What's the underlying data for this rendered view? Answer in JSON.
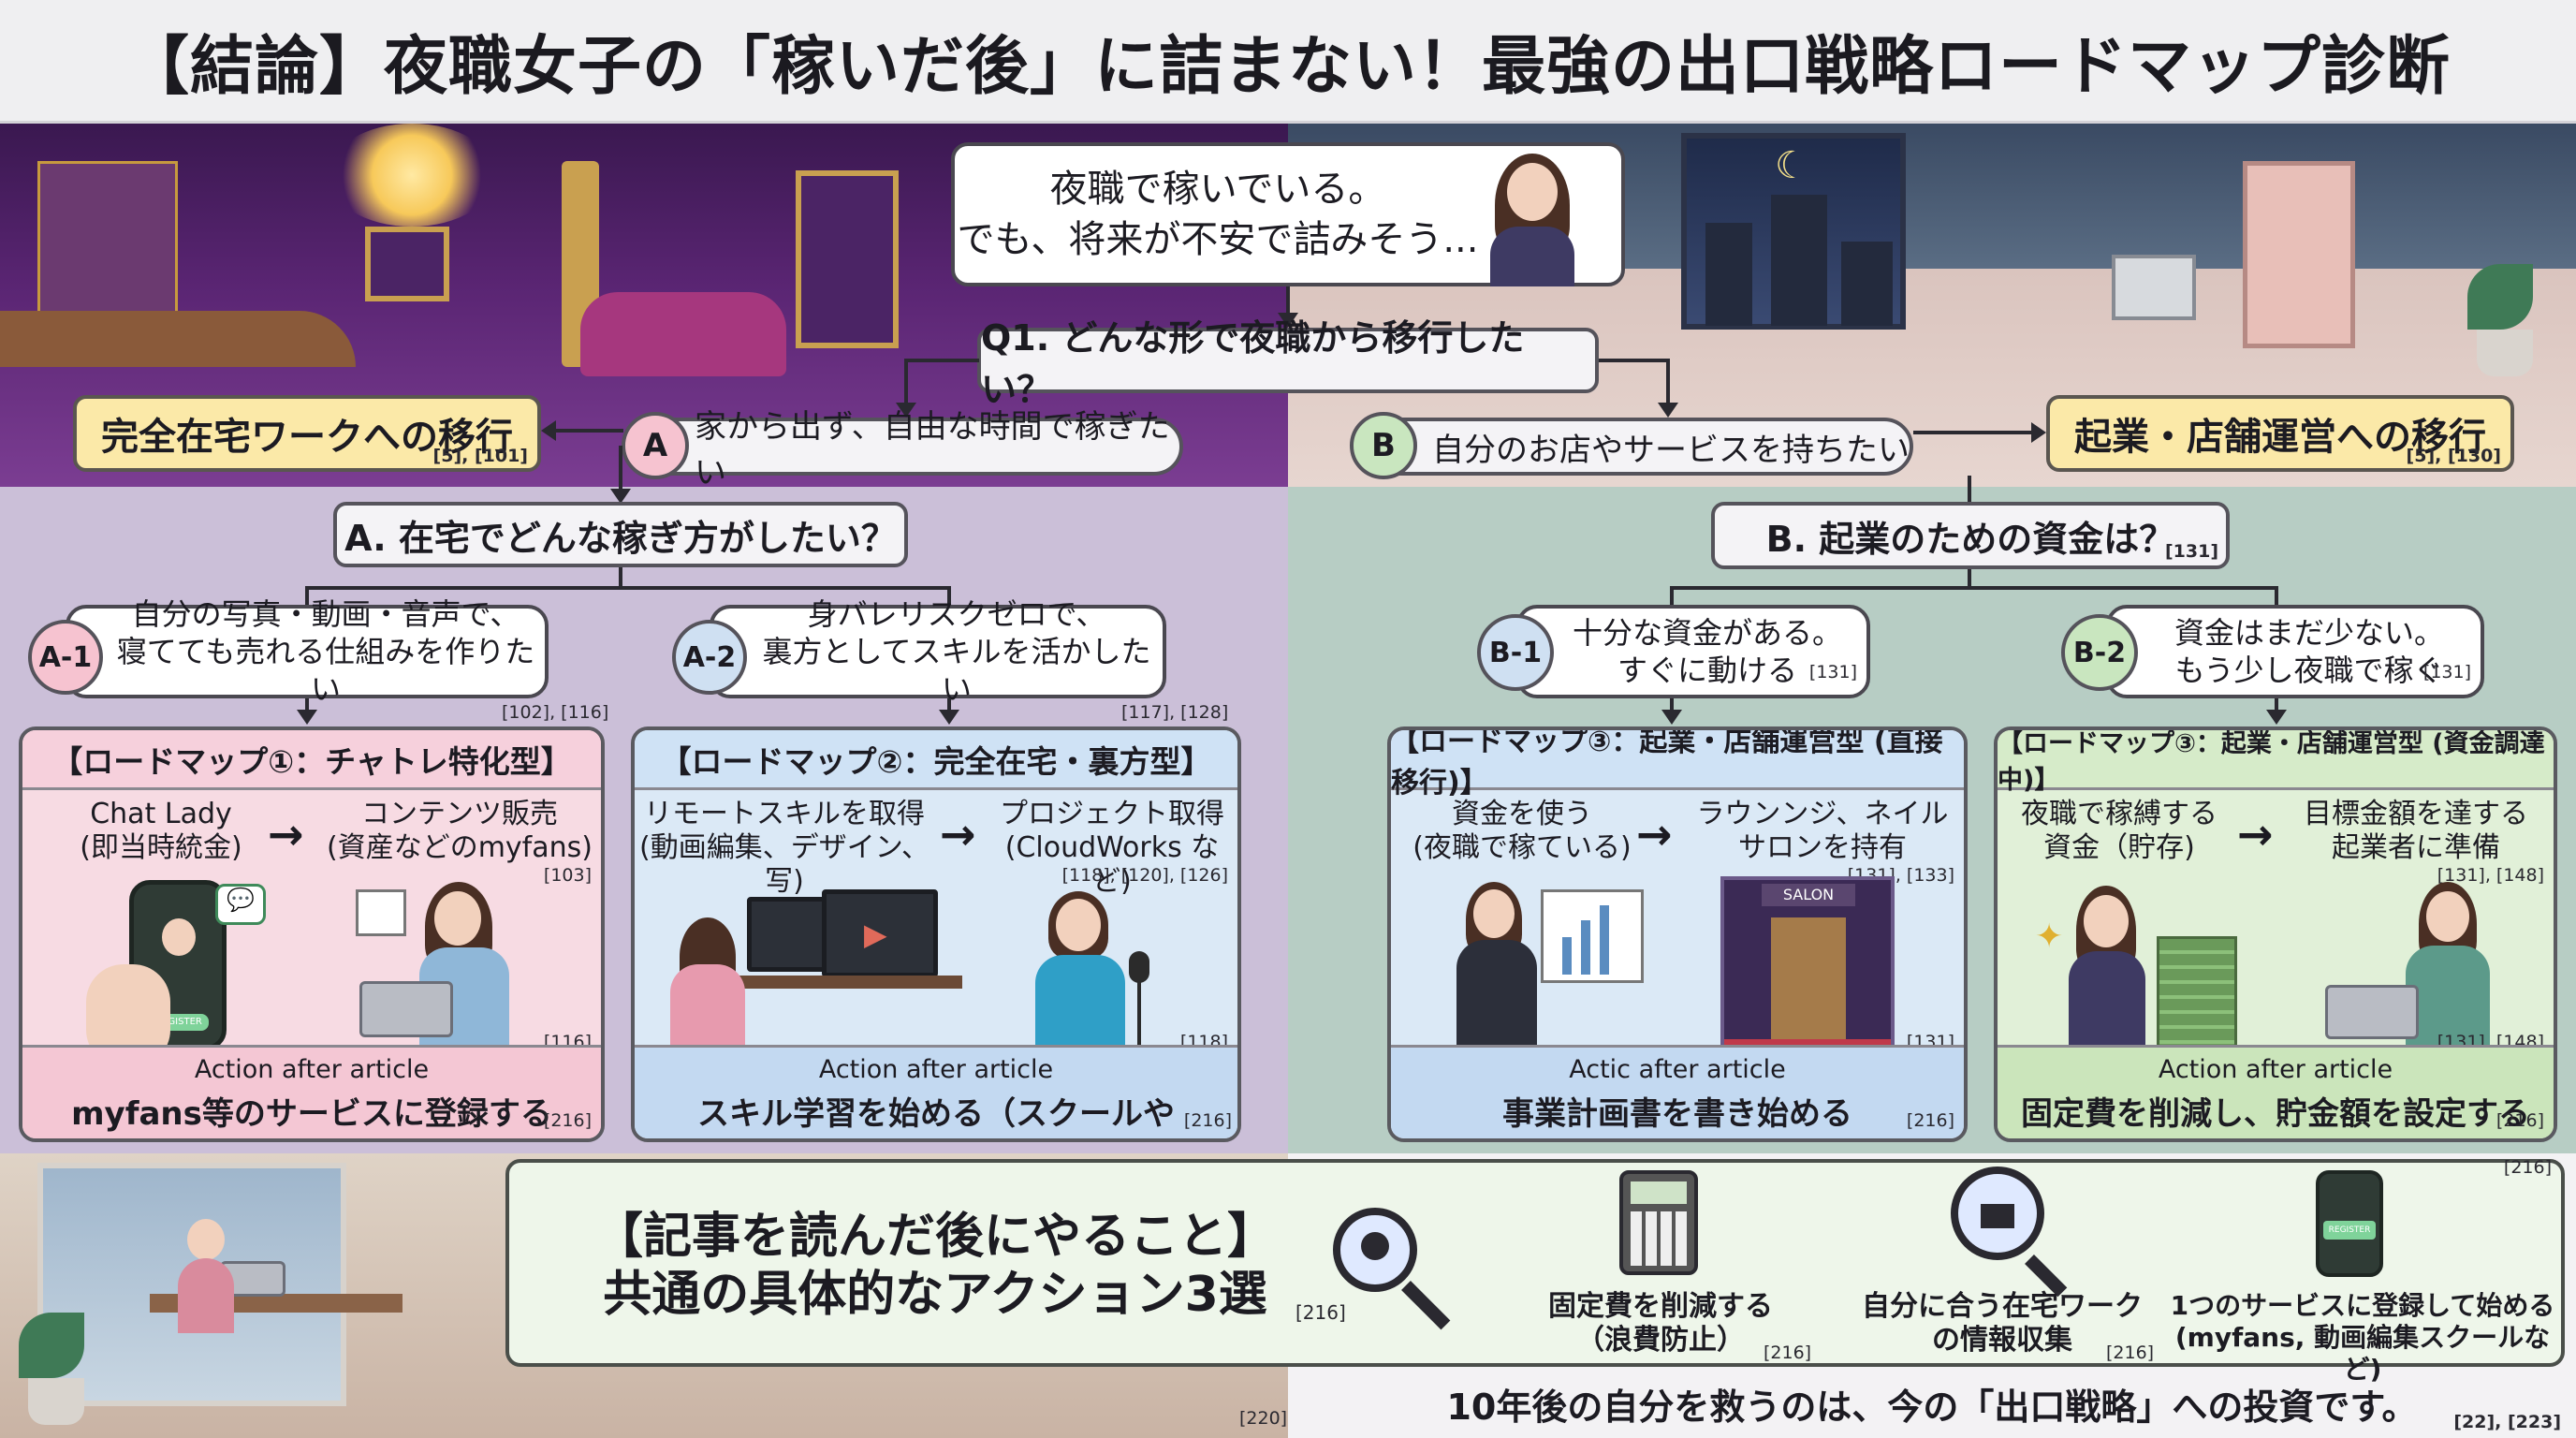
{
  "title": "【結論】夜職女子の「稼いだ後」に詰まない！最強の出口戦略ロードマップ診断",
  "intro": {
    "line1": "夜職で稼いでいる。",
    "line2": "でも、将来が不安で詰みそう..."
  },
  "q1": "Q1. どんな形で夜職から移行したい？",
  "option_a": {
    "badge": "A",
    "text": "家から出ず、自由な時間で稼ぎたい"
  },
  "option_b": {
    "badge": "B",
    "text": "自分のお店やサービスを持ちたい"
  },
  "track_a": {
    "label": "完全在宅ワークへの移行",
    "ref": "[5], [101]"
  },
  "track_b": {
    "label": "起業・店舗運営への移行",
    "ref": "[5], [130]"
  },
  "qa": "A. 在宅でどんな稼ぎ方がしたい？",
  "qb": {
    "text": "B. 起業のための資金は？",
    "ref": "[131]"
  },
  "a1": {
    "badge": "A-1",
    "line1": "自分の写真・動画・音声で、",
    "line2": "寝てても売れる仕組みを作りたい",
    "ref": "[102], [116]"
  },
  "a2": {
    "badge": "A-2",
    "line1": "身バレリスクゼロで、",
    "line2": "裏方としてスキルを活かしたい",
    "ref": "[117], [128]"
  },
  "b1": {
    "badge": "B-1",
    "line1": "十分な資金がある。",
    "line2": "すぐに動ける",
    "ref": "[131]"
  },
  "b2": {
    "badge": "B-2",
    "line1": "資金はまだ少ない。",
    "line2": "もう少し夜職で稼ぐ",
    "ref": "[131]"
  },
  "roadmaps": [
    {
      "header": "【ロードマップ①：チャトレ特化型】",
      "from_line1": "Chat Lady",
      "from_line2": "(即当時統金)",
      "to_line1": "コンテンツ販売",
      "to_line2": "(資産などのmyfans)",
      "ref_top": "[103]",
      "ref_img": "[116]",
      "phone_button": "REGISTER",
      "action_label": "Action after article",
      "action_text": "myfans等のサービスに登録する",
      "action_ref": "[216]",
      "color_body": "#f7dbe3",
      "color_head": "#f6d0dc",
      "color_foot": "#f4c7d4"
    },
    {
      "header": "【ロードマップ②：完全在宅・裏方型】",
      "from_line1": "リモートスキルを取得",
      "from_line2": "(動画編集、デザイン、写)",
      "to_line1": "プロジェクト取得",
      "to_line2": "(CloudWorks など)",
      "ref_top": "[118], [120], [126]",
      "ref_img": "[118]",
      "action_label": "Action after article",
      "action_text": "スキル学習を始める（スクールやYouTube)",
      "action_ref": "[216]",
      "color_body": "#dbe9f6",
      "color_head": "#cfe2f5",
      "color_foot": "#c3d9f1"
    },
    {
      "header": "【ロードマップ③：起業・店舗運営型 (直接移行)】",
      "from_line1": "資金を使う",
      "from_line2": "(夜職で稼ている)",
      "to_line1": "ラウンンジ、ネイル",
      "to_line2": "サロンを持有",
      "ref_top": "[131], [133]",
      "ref_img": "[131]",
      "salon_sign": "SALON",
      "action_label": "Actic after article",
      "action_text": "事業計画書を書き始める",
      "action_ref": "[216]",
      "color_body": "#dbe9f6",
      "color_head": "#cfe2f5",
      "color_foot": "#c3d9f1"
    },
    {
      "header": "【ロードマップ③：起業・店舗運営型 (資金調達中)】",
      "from_line1": "夜職で稼縛する",
      "from_line2": "資金（貯存)",
      "to_line1": "目標金額を達する",
      "to_line2": "起業者に準備",
      "ref_top": "[131], [148]",
      "ref_img": "[131], [148]",
      "action_label": "Action after article",
      "action_text": "固定費を削減し、貯金額を設定する",
      "action_ref": "[216]",
      "color_body": "#e1f0d8",
      "color_head": "#d6ebc9",
      "color_foot": "#cbe5bb"
    }
  ],
  "actions": {
    "heading_line1": "【記事を読んだ後にやること】",
    "heading_line2": "共通の具体的なアクション3選",
    "heading_ref": "[216]",
    "panel_ref": "[216]",
    "items": [
      {
        "line1": "固定費を削減する",
        "line2": "（浪費防止）",
        "ref": "[216]",
        "icon": "calculator-icon"
      },
      {
        "line1": "自分に合う在宅ワーク",
        "line2": "の情報収集",
        "ref": "[216]",
        "icon": "magnifier-laptop-icon"
      },
      {
        "line1": "1つのサービスに登録して始める",
        "line2": "(myfans, 動画編集スクールなど)",
        "ref": "",
        "icon": "phone-register-icon",
        "phone_button": "REGISTER"
      }
    ]
  },
  "footer": {
    "text": "10年後の自分を救うのは、今の「出口戦略」への投資です。",
    "ref": "[22], [223]",
    "left_ref": "[220]"
  },
  "colors": {
    "badge_a": "#f6c3d0",
    "badge_b": "#c9e6bf",
    "badge_sub": "#cfe0f2",
    "track_yellow": "#fbe9a8"
  }
}
